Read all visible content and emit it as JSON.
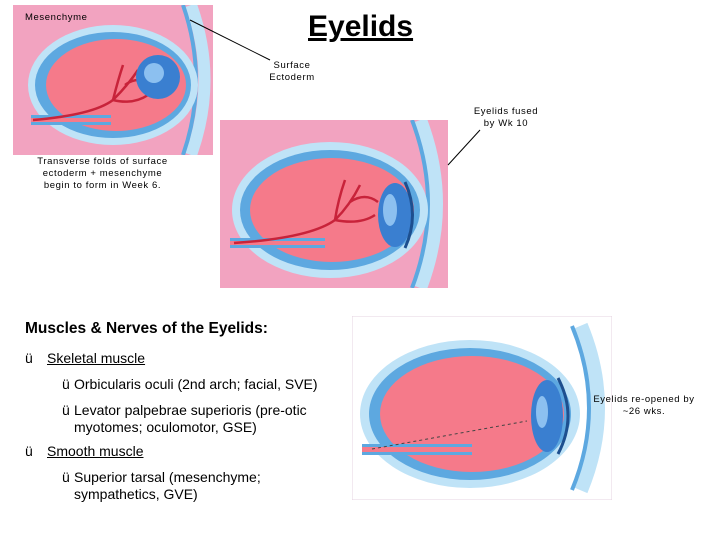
{
  "title": "Eyelids",
  "labels": {
    "mesenchyme": "Mesenchyme",
    "surface_ectoderm": [
      "Surface",
      "Ectoderm"
    ],
    "eyelids_fused": [
      "Eyelids fused",
      "by Wk 10"
    ],
    "transverse_folds": [
      "Transverse folds of surface",
      "ectoderm + mesenchyme",
      "begin to form in Week 6."
    ],
    "reopened": [
      "Eyelids re-opened by",
      "~26 wks."
    ]
  },
  "section_heading": "Muscles & Nerves of the Eyelids:",
  "check_glyph": "ü",
  "bullets": [
    {
      "label": "Skeletal muscle",
      "sub": [
        [
          "Orbicularis oculi (2nd arch; facial, SVE)"
        ],
        [
          "Levator palpebrae superioris (pre-otic",
          "myotomes; oculomotor, GSE)"
        ]
      ]
    },
    {
      "label": "Smooth muscle",
      "sub": [
        [
          "Superior tarsal (mesenchyme;",
          "sympathetics, GVE)"
        ]
      ]
    }
  ],
  "colors": {
    "pink_bg": "#f2a3c0",
    "eye_pink": "#f57a8a",
    "ectoderm_blue": "#5da8e0",
    "light_blue": "#bfe3f7",
    "vessel_red": "#c8233a",
    "lens_blue": "#3a7fd0"
  },
  "icons": [
    "checkmark-icon"
  ]
}
